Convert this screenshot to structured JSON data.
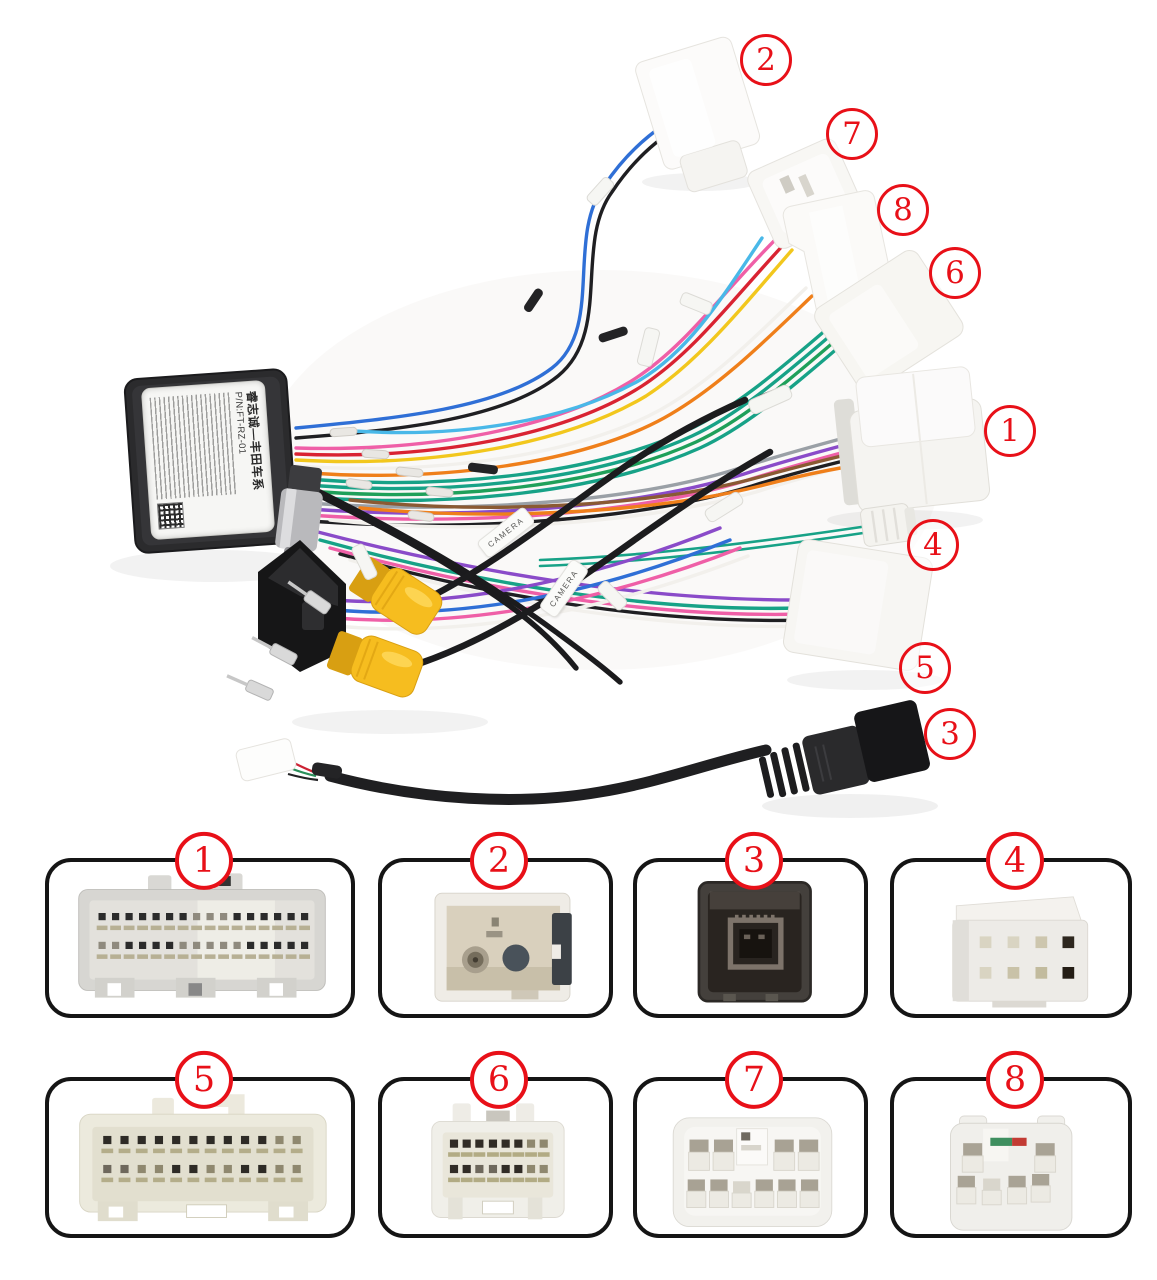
{
  "colors": {
    "accent_red": "#e81018",
    "background": "#ffffff",
    "device_box_black": "#2b2b2d",
    "rca_yellow": "#f6bd1f",
    "wire_palette": [
      "#1f1f22",
      "#2f6fd6",
      "#17a287",
      "#8a4bc9",
      "#ef5fa7",
      "#d92332",
      "#ef7f1a",
      "#f2c71d",
      "#f2f0ec",
      "#9aa0a6",
      "#8a5a33",
      "#49b8e8"
    ]
  },
  "device_label": {
    "brand": "睿志诚—丰田车系",
    "part_number": "P/N:FT-RZ-01"
  },
  "camera_tags": [
    "CAMERA",
    "CAMERA"
  ],
  "callout_numbers": [
    "2",
    "7",
    "8",
    "6",
    "1",
    "4",
    "5",
    "3"
  ],
  "grid_numbers": [
    "1",
    "2",
    "3",
    "4",
    "5",
    "6",
    "7",
    "8"
  ]
}
